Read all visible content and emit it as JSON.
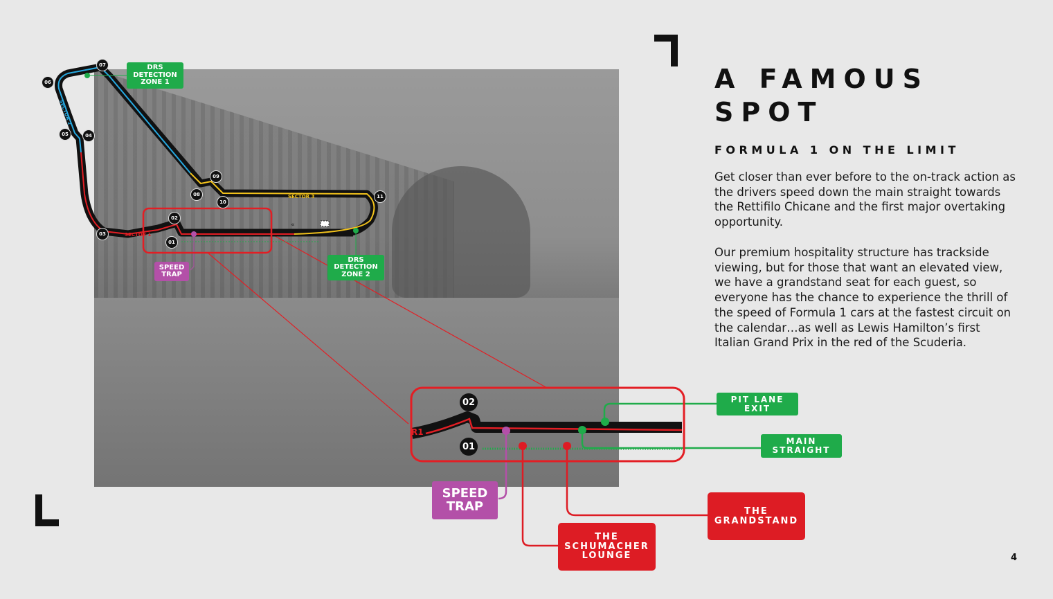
{
  "heading": {
    "line1": "A FAMOUS",
    "line2": "SPOT"
  },
  "subheading": "FORMULA 1 ON THE LIMIT",
  "paragraphs": [
    "Get closer than ever before to the on-track action as the drivers speed down the main straight towards the Rettifilo Chicane and the first major overtaking opportunity.",
    "Our premium hospitality structure has trackside viewing, but for those that want an elevated view, we have a grandstand seat for each guest, so everyone has the chance to experience the thrill of the speed of Formula 1 cars at the fastest circuit on the calendar…as well as Lewis Hamilton’s first Italian Grand Prix in the red of the Scuderia."
  ],
  "page_number": "4",
  "track_map": {
    "corners": [
      "01",
      "02",
      "03",
      "04",
      "05",
      "06",
      "07",
      "08",
      "09",
      "10",
      "11"
    ],
    "sectors": {
      "s1": "SECTOR 1",
      "s2": "SECTOR 2",
      "s3": "SECTOR 3"
    },
    "labels": {
      "drs1": "DRS DETECTION ZONE 1",
      "drs2": "DRS DETECTION ZONE 2",
      "speed_trap": "SPEED TRAP"
    }
  },
  "inset": {
    "corners": [
      "01",
      "02"
    ],
    "sector_fragment": "R1",
    "labels": {
      "pit_lane_exit": "PIT LANE EXIT",
      "main_straight": "MAIN STRAIGHT",
      "speed_trap": "SPEED TRAP",
      "grandstand": "THE GRANDSTAND",
      "schumacher_lounge": "THE SCHUMACHER LOUNGE"
    }
  },
  "colors": {
    "sector1": "#e31e24",
    "sector2": "#27a9e1",
    "sector3": "#f2c21b",
    "green": "#1fab4a",
    "red": "#dd1c24",
    "purple": "#b350a8"
  }
}
